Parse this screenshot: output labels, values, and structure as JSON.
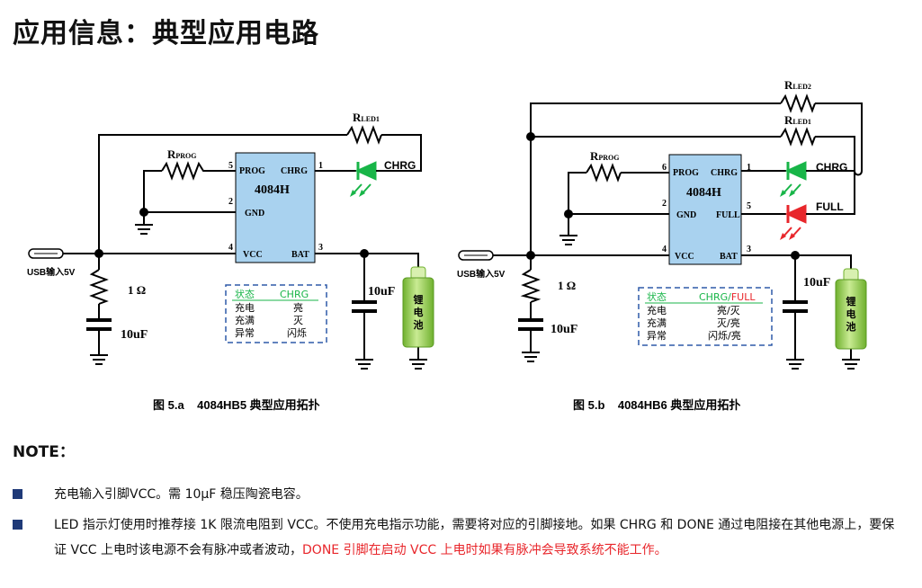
{
  "title": "应用信息：典型应用电路",
  "figures": [
    {
      "caption": "图 5.a    4084HB5 典型应用拓扑",
      "chip_name": "4084H",
      "pins": {
        "prog": "PROG",
        "chrg": "CHRG",
        "gnd": "GND",
        "vcc": "VCC",
        "bat": "BAT"
      },
      "pin_numbers": {
        "prog": "5",
        "chrg": "1",
        "gnd": "2",
        "vcc": "4",
        "bat": "3"
      },
      "resistor_prog": "R",
      "resistor_prog_sub": "PROG",
      "resistor_led": "R",
      "resistor_led_sub": "LED1",
      "led_label": "CHRG",
      "usb_label": "USB输入5V",
      "r_input": "1 Ω",
      "c_input": "10uF",
      "c_output": "10uF",
      "battery": [
        "锂",
        "电",
        "池"
      ],
      "table_header": [
        "状态",
        "CHRG"
      ],
      "table_rows": [
        [
          "充电",
          "亮"
        ],
        [
          "充满",
          "灭"
        ],
        [
          "异常",
          "闪烁"
        ]
      ]
    },
    {
      "caption": "图 5.b    4084HB6 典型应用拓扑",
      "chip_name": "4084H",
      "pins": {
        "prog": "PROG",
        "chrg": "CHRG",
        "gnd": "GND",
        "full": "FULL",
        "vcc": "VCC",
        "bat": "BAT"
      },
      "pin_numbers": {
        "prog": "6",
        "chrg": "1",
        "gnd": "2",
        "full": "5",
        "vcc": "4",
        "bat": "3"
      },
      "resistor_prog": "R",
      "resistor_prog_sub": "PROG",
      "resistor_led1": "R",
      "resistor_led1_sub": "LED1",
      "resistor_led2": "R",
      "resistor_led2_sub": "LED2",
      "led_chrg_label": "CHRG",
      "led_full_label": "FULL",
      "usb_label": "USB输入5V",
      "r_input": "1 Ω",
      "c_input": "10uF",
      "c_output": "10uF",
      "battery": [
        "锂",
        "电",
        "池"
      ],
      "table_header": [
        "状态",
        "CHRG/",
        "FULL"
      ],
      "table_rows": [
        [
          "充电",
          "亮/灭"
        ],
        [
          "充满",
          "灭/亮"
        ],
        [
          "异常",
          "闪烁/亮"
        ]
      ]
    }
  ],
  "note_title": "NOTE：",
  "notes": [
    {
      "text": "充电输入引脚VCC。需 10µF 稳压陶瓷电容。",
      "red": ""
    },
    {
      "text": "LED 指示灯使用时推荐接 1K 限流电阻到 VCC。不使用充电指示功能，需要将对应的引脚接地。如果 CHRG 和 DONE 通过电阻接在其他电源上，要保证 VCC 上电时该电源不会有脉冲或者波动，",
      "red": "DONE 引脚在启动 VCC 上电时如果有脉冲会导致系统不能工作。"
    }
  ],
  "colors": {
    "chip_fill": "#a9d2ef",
    "green": "#18b548",
    "red": "#e8262b",
    "blue_dash": "#2f5aa8",
    "battery": "#8cc63e",
    "bullet": "#1f3a78"
  }
}
